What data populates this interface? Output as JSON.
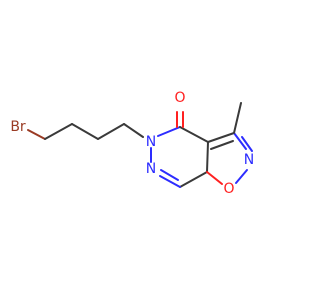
{
  "molecule": {
    "atoms": {
      "br": "Br",
      "n_ring": "N",
      "n_pyridazine": "N",
      "n_isoxazole": "N",
      "o_carbonyl": "O",
      "o_ring": "O"
    }
  },
  "colors": {
    "bond": "#3a3a3a",
    "nitrogen": "#2d2dff",
    "oxygen": "#ff2020",
    "bromine": "#9a3b24"
  }
}
